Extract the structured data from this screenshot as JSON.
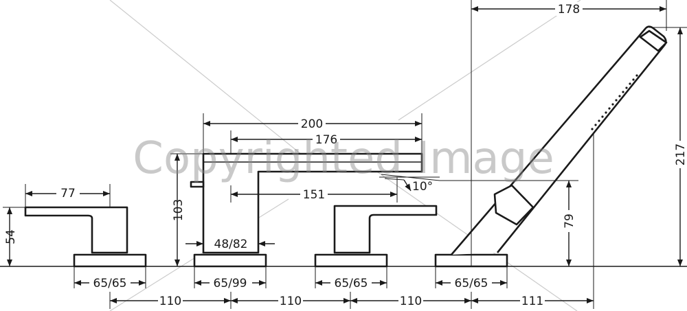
{
  "watermark": "Copyrighted Image",
  "dimensions": {
    "handle_left_width": "77",
    "handle_left_height": "54",
    "base_1": "65/65",
    "spout_overall_length": "200",
    "spout_length_176": "176",
    "spout_height": "103",
    "spout_reach": "151",
    "spout_inner": "48/82",
    "angle": "10°",
    "base_spout": "65/99",
    "base_3": "65/65",
    "base_shower": "65/65",
    "shower_width": "178",
    "shower_height": "217",
    "hose_height": "79",
    "spacing_1": "110",
    "spacing_2": "110",
    "spacing_3": "110",
    "spacing_4": "111"
  }
}
